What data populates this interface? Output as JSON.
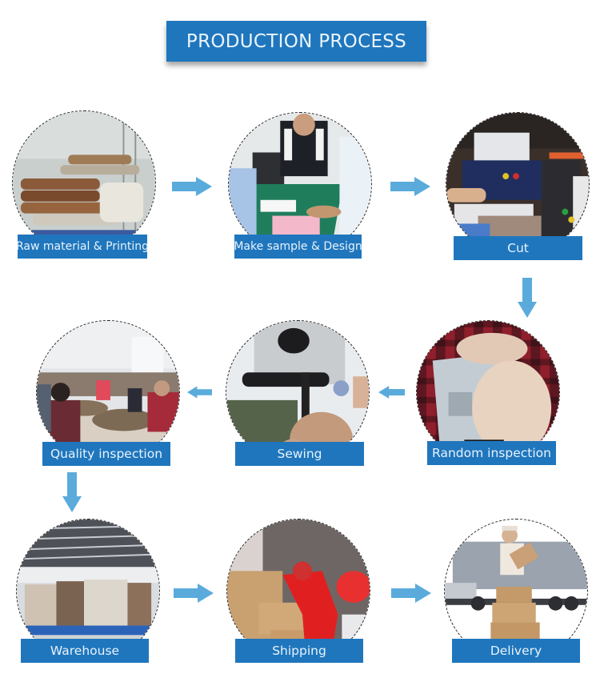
{
  "title": "PRODUCTION PROCESS",
  "colors": {
    "label_bg": "#1f76bd",
    "label_text": "#e8f3fb",
    "arrow": "#5aabdc",
    "circle_border": "#222222",
    "background": "#ffffff"
  },
  "steps": [
    {
      "order": 1,
      "label": "Raw material & Printing",
      "image": "fabric-rolls-warehouse-photo"
    },
    {
      "order": 2,
      "label": "Make sample & Design",
      "image": "workers-cutting-table-photo"
    },
    {
      "order": 3,
      "label": "Cut",
      "image": "cutting-machine-photo"
    },
    {
      "order": 4,
      "label": "Random inspection",
      "image": "hands-inspecting-fabric-photo"
    },
    {
      "order": 5,
      "label": "Sewing",
      "image": "sewing-machine-photo"
    },
    {
      "order": 6,
      "label": "Quality inspection",
      "image": "workers-inspecting-products-photo"
    },
    {
      "order": 7,
      "label": "Warehouse",
      "image": "stacked-boxes-warehouse-photo"
    },
    {
      "order": 8,
      "label": "Shipping",
      "image": "workers-loading-boxes-photo"
    },
    {
      "order": 9,
      "label": "Delivery",
      "image": "delivery-man-truck-boxes-photo"
    }
  ],
  "arrows": [
    {
      "from": 1,
      "to": 2,
      "direction": "right"
    },
    {
      "from": 2,
      "to": 3,
      "direction": "right"
    },
    {
      "from": 3,
      "to": 4,
      "direction": "down"
    },
    {
      "from": 4,
      "to": 5,
      "direction": "left"
    },
    {
      "from": 5,
      "to": 6,
      "direction": "left"
    },
    {
      "from": 6,
      "to": 7,
      "direction": "down"
    },
    {
      "from": 7,
      "to": 8,
      "direction": "right"
    },
    {
      "from": 8,
      "to": 9,
      "direction": "right"
    }
  ]
}
